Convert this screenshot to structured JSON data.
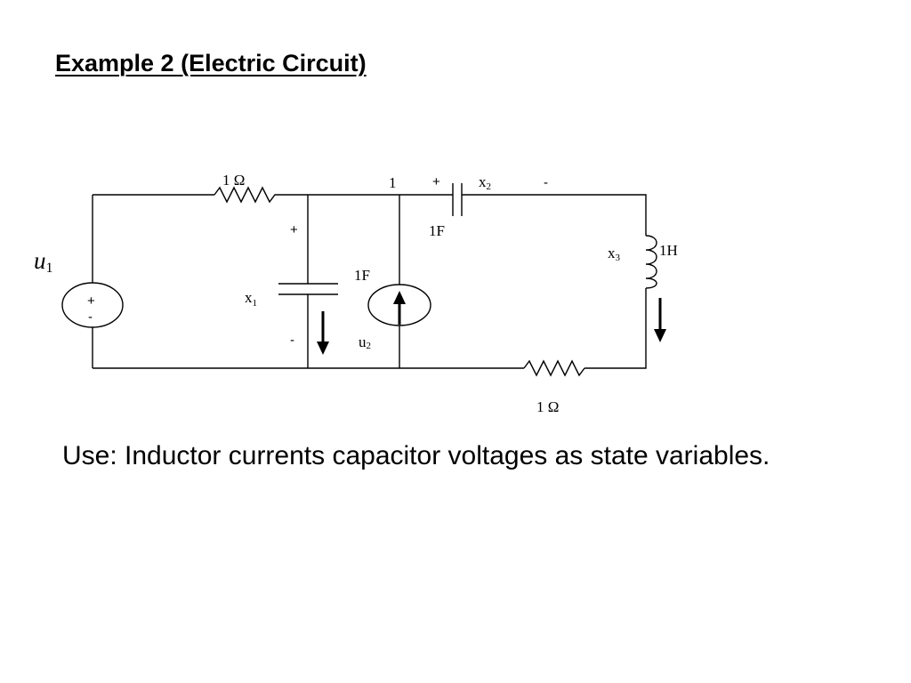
{
  "slide": {
    "title": "Example 2 (Electric Circuit)",
    "note": "Use: Inductor currents capacitor voltages as state variables."
  },
  "circuit": {
    "source_u1": {
      "name": "u",
      "sub": "1",
      "plus": "+",
      "minus": "-"
    },
    "resistor_top": {
      "label": "1 Ω"
    },
    "resistor_bottom": {
      "label": "1 Ω"
    },
    "node_1": {
      "label": "1"
    },
    "capacitor_x1": {
      "var": "x",
      "var_sub": "1",
      "value": "1F",
      "plus": "+",
      "minus": "-"
    },
    "capacitor_x2": {
      "var": "x",
      "var_sub": "2",
      "value": "1F",
      "plus": "+",
      "minus": "-"
    },
    "current_source_u2": {
      "var": "u",
      "var_sub": "2"
    },
    "inductor_x3": {
      "var": "x",
      "var_sub": "3",
      "value": "1H"
    }
  }
}
